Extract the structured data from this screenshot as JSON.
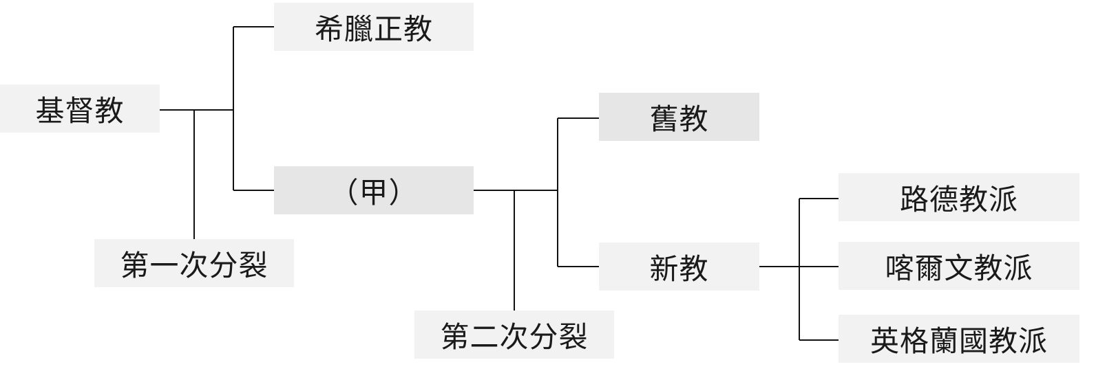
{
  "diagram": {
    "root": {
      "label": "基督教"
    },
    "first_split": {
      "label": "第一次分裂",
      "branches": [
        {
          "label": "希臘正教"
        },
        {
          "label": "（甲）"
        }
      ]
    },
    "second_split": {
      "label": "第二次分裂",
      "branches": [
        {
          "label": "舊教"
        },
        {
          "label": "新教"
        }
      ]
    },
    "protestant_branches": [
      {
        "label": "路德教派"
      },
      {
        "label": "喀爾文教派"
      },
      {
        "label": "英格蘭國教派"
      }
    ]
  },
  "colors": {
    "box_light": "#f2f2f2",
    "box_dark": "#e6e6e6",
    "line": "#111111",
    "text": "#1a1a1a"
  }
}
